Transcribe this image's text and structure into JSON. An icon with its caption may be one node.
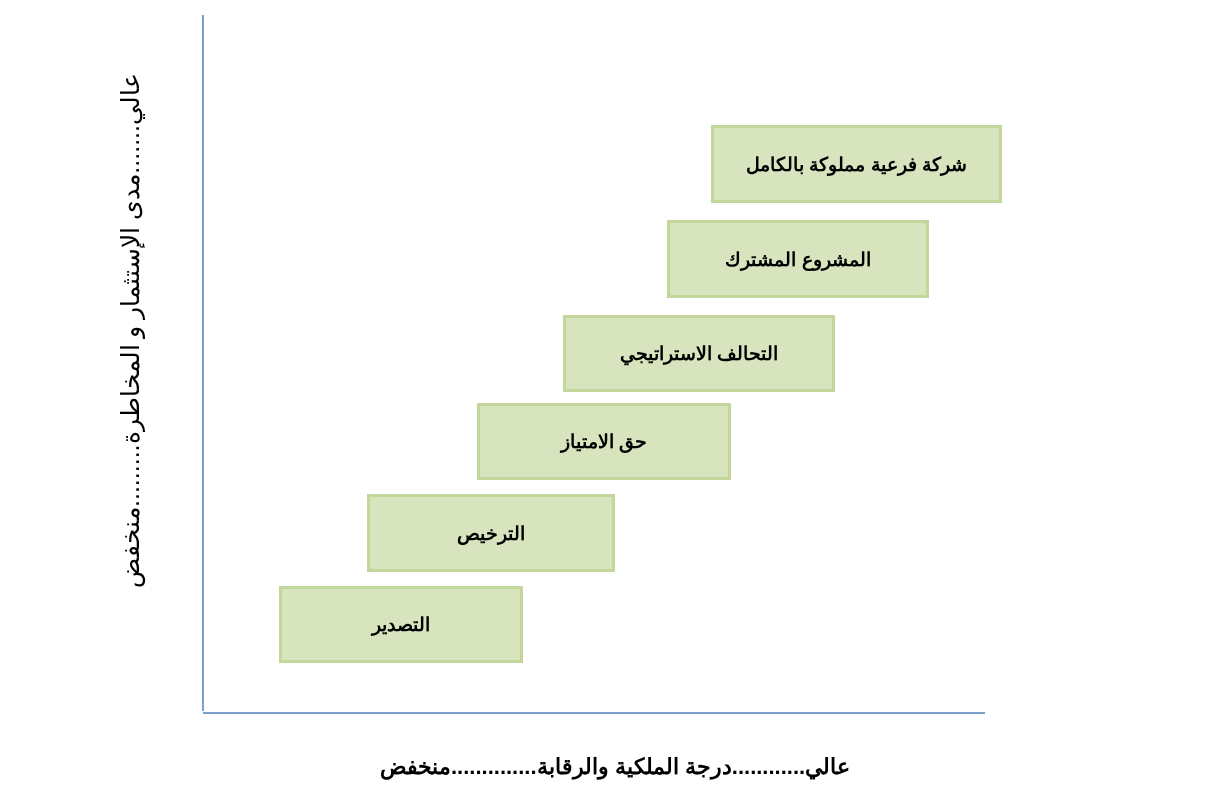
{
  "diagram": {
    "nodes": [
      {
        "text": [
          "شركة فرعية مملوكة بالكامل"
        ]
      },
      {
        "text": [
          "المشروع المشترك"
        ]
      },
      {
        "text": [
          "التحالف الاستراتيجي"
        ]
      },
      {
        "text": [
          "حق الامتياز"
        ]
      },
      {
        "text": [
          "الترخيص"
        ]
      },
      {
        "text": [
          "التصدير"
        ]
      }
    ],
    "edges": [],
    "labels": [
      "عالي.......مدى الإستثمار و المخاطرة.........منخفض",
      "عالي............درجة الملكية والرقابة..............منخفض"
    ]
  }
}
